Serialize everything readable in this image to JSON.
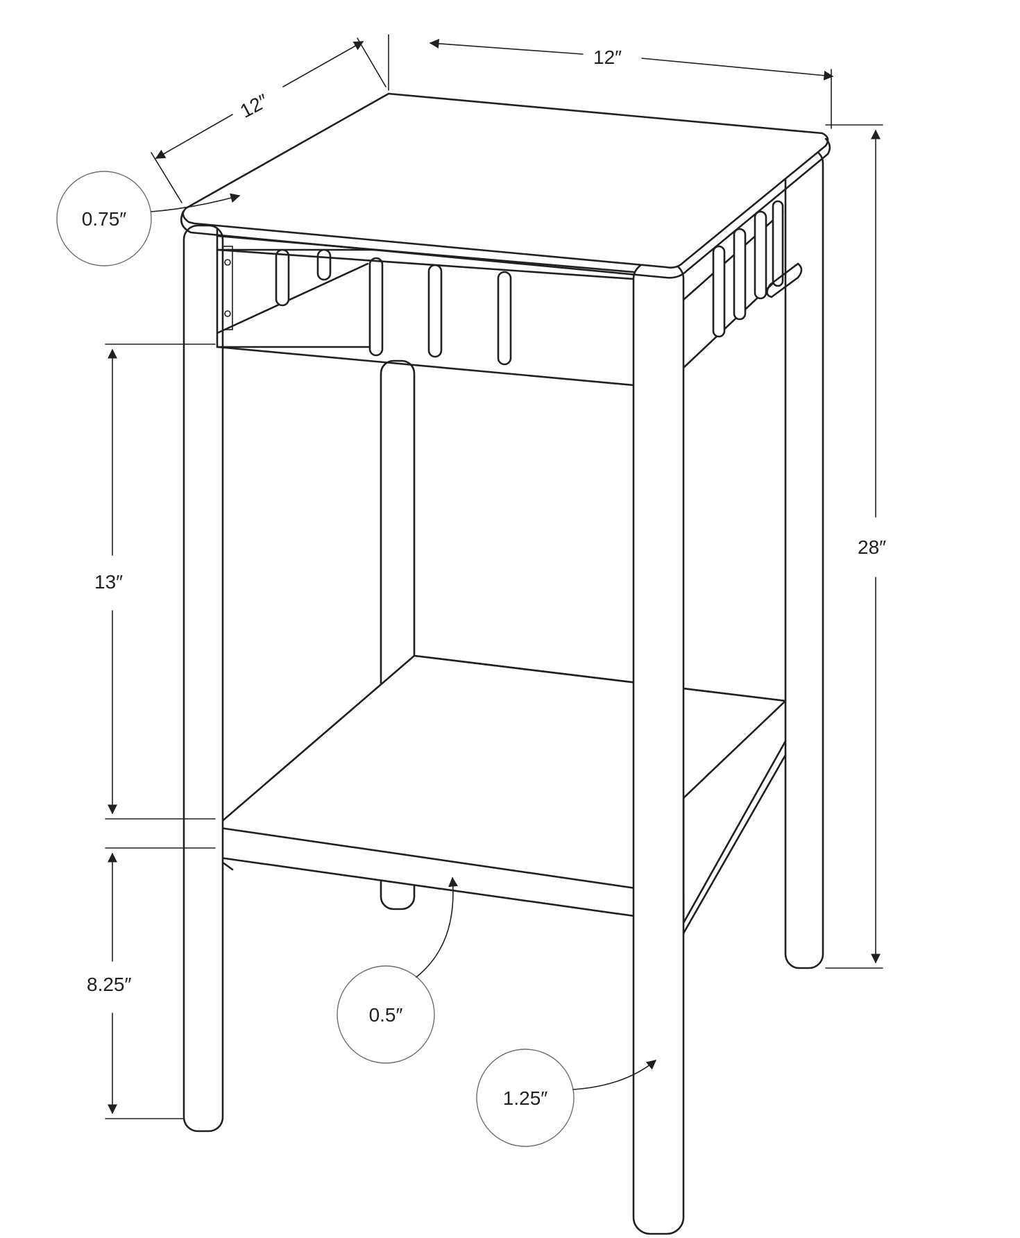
{
  "dimensions": {
    "width": "12″",
    "depth": "12″",
    "height": "28″",
    "shelf_spacing": "13″",
    "shelf_height": "8.25″",
    "top_thickness": "0.75″",
    "shelf_thickness": "0.5″",
    "leg_diameter": "1.25″"
  },
  "colors": {
    "line": "#231f20",
    "circle": "#6d6e71",
    "background": "#ffffff"
  }
}
